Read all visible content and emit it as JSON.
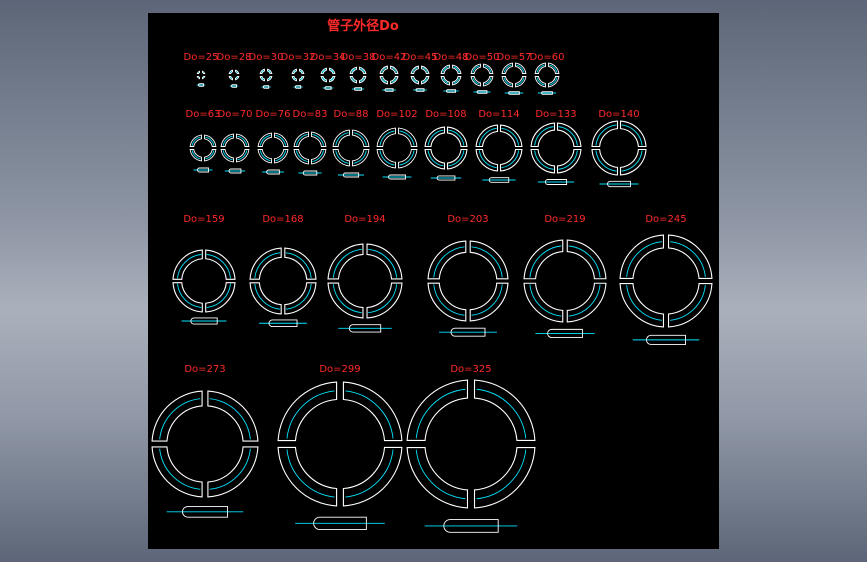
{
  "title": "管子外径Do",
  "colors": {
    "background": "#000000",
    "outline": "#ffffff",
    "centerline": "#00e5ff",
    "label": "#ff2a2a"
  },
  "rows": [
    {
      "labels": [
        "Do=25",
        "Do=28",
        "Do=30",
        "Do=32",
        "Do=34",
        "Do=38",
        "Do=42",
        "Do=45",
        "Do=48",
        "Do=50",
        "Do=57",
        "Do=60"
      ]
    },
    {
      "labels": [
        "Do=63",
        "Do=70",
        "Do=76",
        "Do=83",
        "Do=88",
        "Do=102",
        "Do=108",
        "Do=114",
        "Do=133",
        "Do=140"
      ]
    },
    {
      "labels": [
        "Do=159",
        "Do=168",
        "Do=194",
        "Do=203",
        "Do=219",
        "Do=245"
      ]
    },
    {
      "labels": [
        "Do=273",
        "Do=299",
        "Do=325"
      ]
    }
  ]
}
